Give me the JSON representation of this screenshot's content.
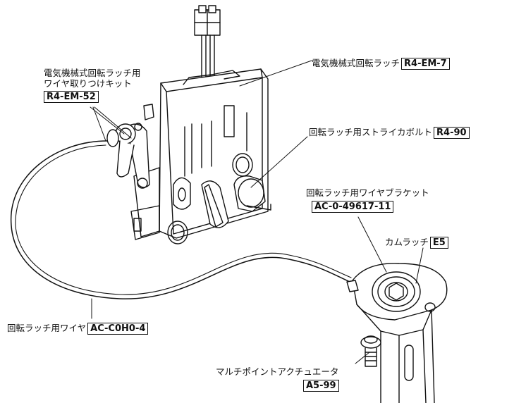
{
  "labels": {
    "wire_kit_line1": "電気機械式回転ラッチ用",
    "wire_kit_line2": "ワイヤ取りつけキット",
    "wire_kit_code": "R4-EM-52",
    "latch_name": "電気機械式回転ラッチ",
    "latch_code": "R4-EM-7",
    "striker_name": "回転ラッチ用ストライカボルト",
    "striker_code": "R4-90",
    "bracket_name": "回転ラッチ用ワイヤブラケット",
    "bracket_code": "AC-0-49617-11",
    "cam_name": "カムラッチ",
    "cam_code": "E5",
    "wire_name": "回転ラッチ用ワイヤ",
    "wire_code": "AC-C0H0-4",
    "actuator_name": "マルチポイントアクチュエータ",
    "actuator_code": "A5-99"
  }
}
